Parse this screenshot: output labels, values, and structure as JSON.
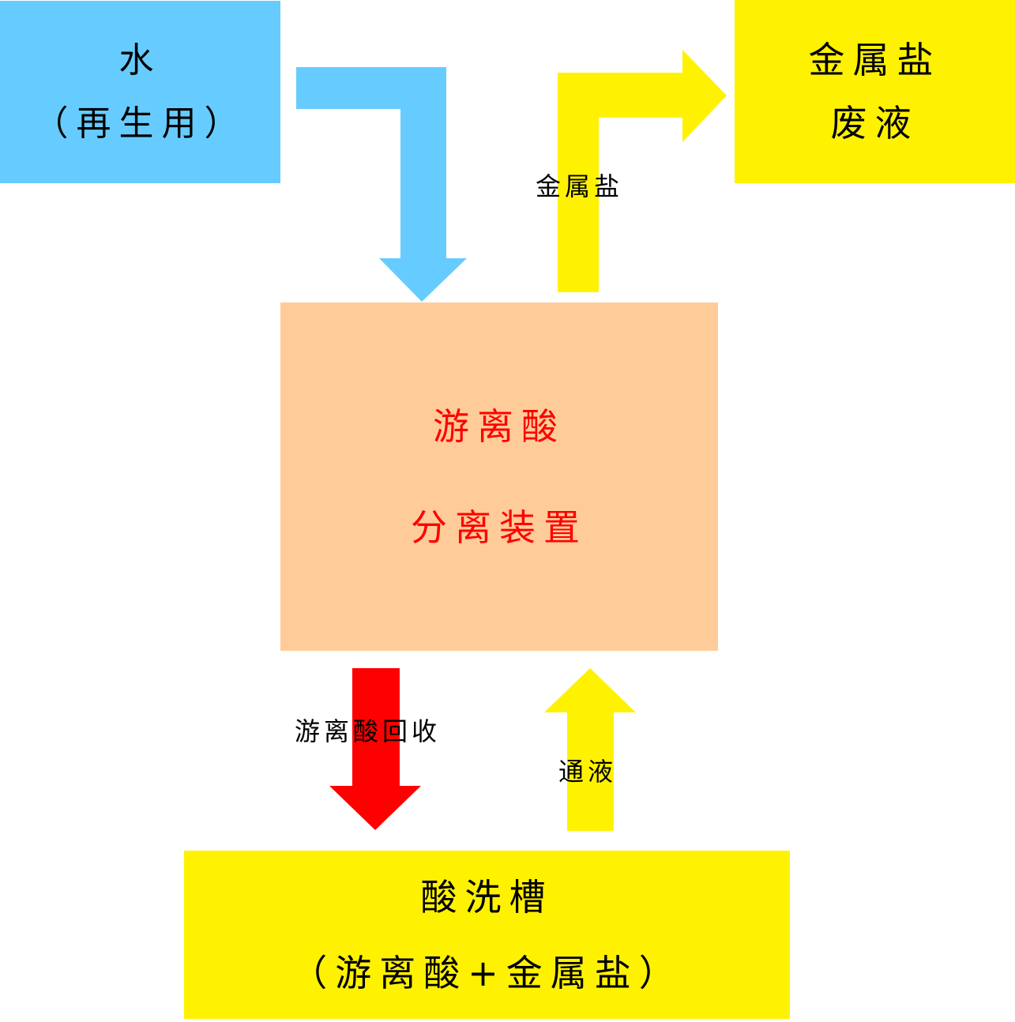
{
  "boxes": {
    "water": {
      "line1": "水",
      "line2": "（再生用）",
      "color": "#66ccff"
    },
    "waste": {
      "line1": "金属盐",
      "line2": "废液",
      "color": "#fff200"
    },
    "separator": {
      "line1": "游离酸",
      "line2": "分离装置",
      "color": "#ffcc99",
      "text_color": "#ff0000"
    },
    "tank": {
      "line1": "酸洗槽",
      "line2": "（游离酸+金属盐）",
      "color": "#fff200"
    }
  },
  "flows": {
    "metal_salt": "金属盐",
    "acid_recovery": "游离酸回收",
    "pass_liquid": "通液"
  },
  "arrow_colors": {
    "water_in": "#66ccff",
    "metal_salt_out": "#fff200",
    "acid_recovery": "#ff0000",
    "pass_liquid": "#fff200"
  }
}
